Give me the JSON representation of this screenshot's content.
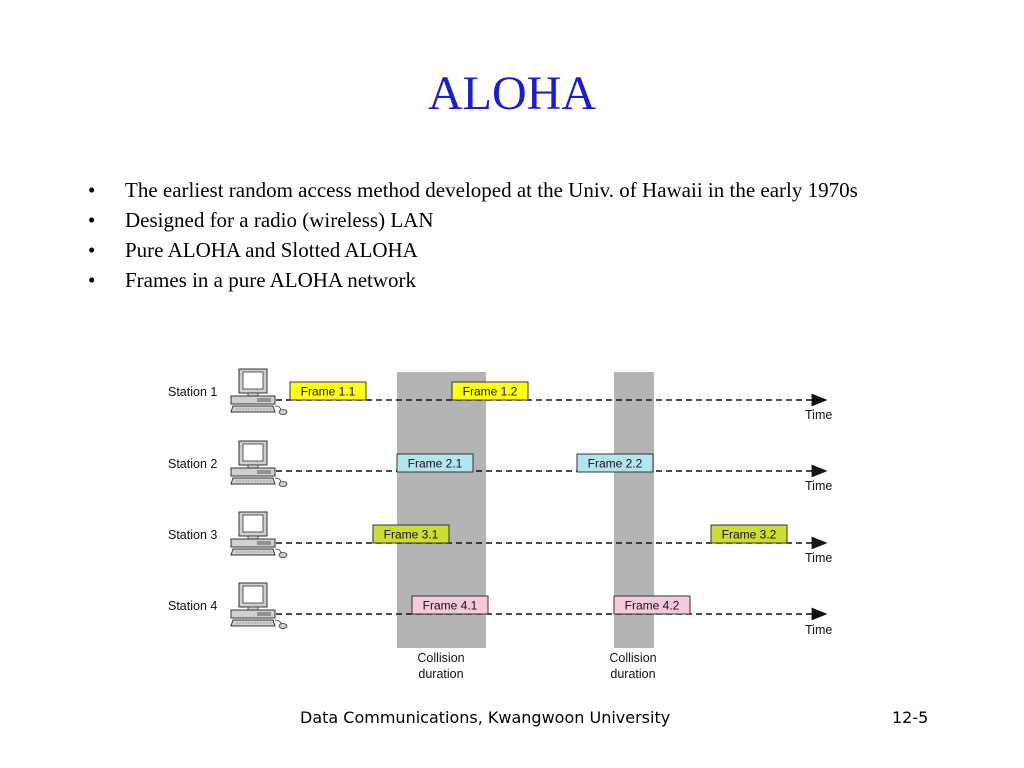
{
  "slide": {
    "title": "ALOHA",
    "bullets": [
      "The earliest random access method developed at the Univ. of Hawaii in the early 1970s",
      "Designed for a radio (wireless) LAN",
      "Pure ALOHA and Slotted ALOHA",
      "Frames in a pure ALOHA network"
    ],
    "bullet_glyph": "•"
  },
  "diagram": {
    "stations": [
      {
        "label": "Station 1",
        "frames": [
          "Frame 1.1",
          "Frame 1.2"
        ]
      },
      {
        "label": "Station 2",
        "frames": [
          "Frame 2.1",
          "Frame 2.2"
        ]
      },
      {
        "label": "Station 3",
        "frames": [
          "Frame 3.1",
          "Frame 3.2"
        ]
      },
      {
        "label": "Station 4",
        "frames": [
          "Frame 4.1",
          "Frame 4.2"
        ]
      }
    ],
    "time_label": "Time",
    "collision_label_line1": "Collision",
    "collision_label_line2": "duration",
    "colors": {
      "station1": "#ffff1a",
      "station2": "#b3e5f0",
      "station3": "#ccde33",
      "station4": "#f8c8dc",
      "collision_band": "#b4b4b4"
    },
    "icon": "computer-workstation-icon"
  },
  "footer": {
    "left": "Data Communications, Kwangwoon University",
    "right": "12-5"
  }
}
